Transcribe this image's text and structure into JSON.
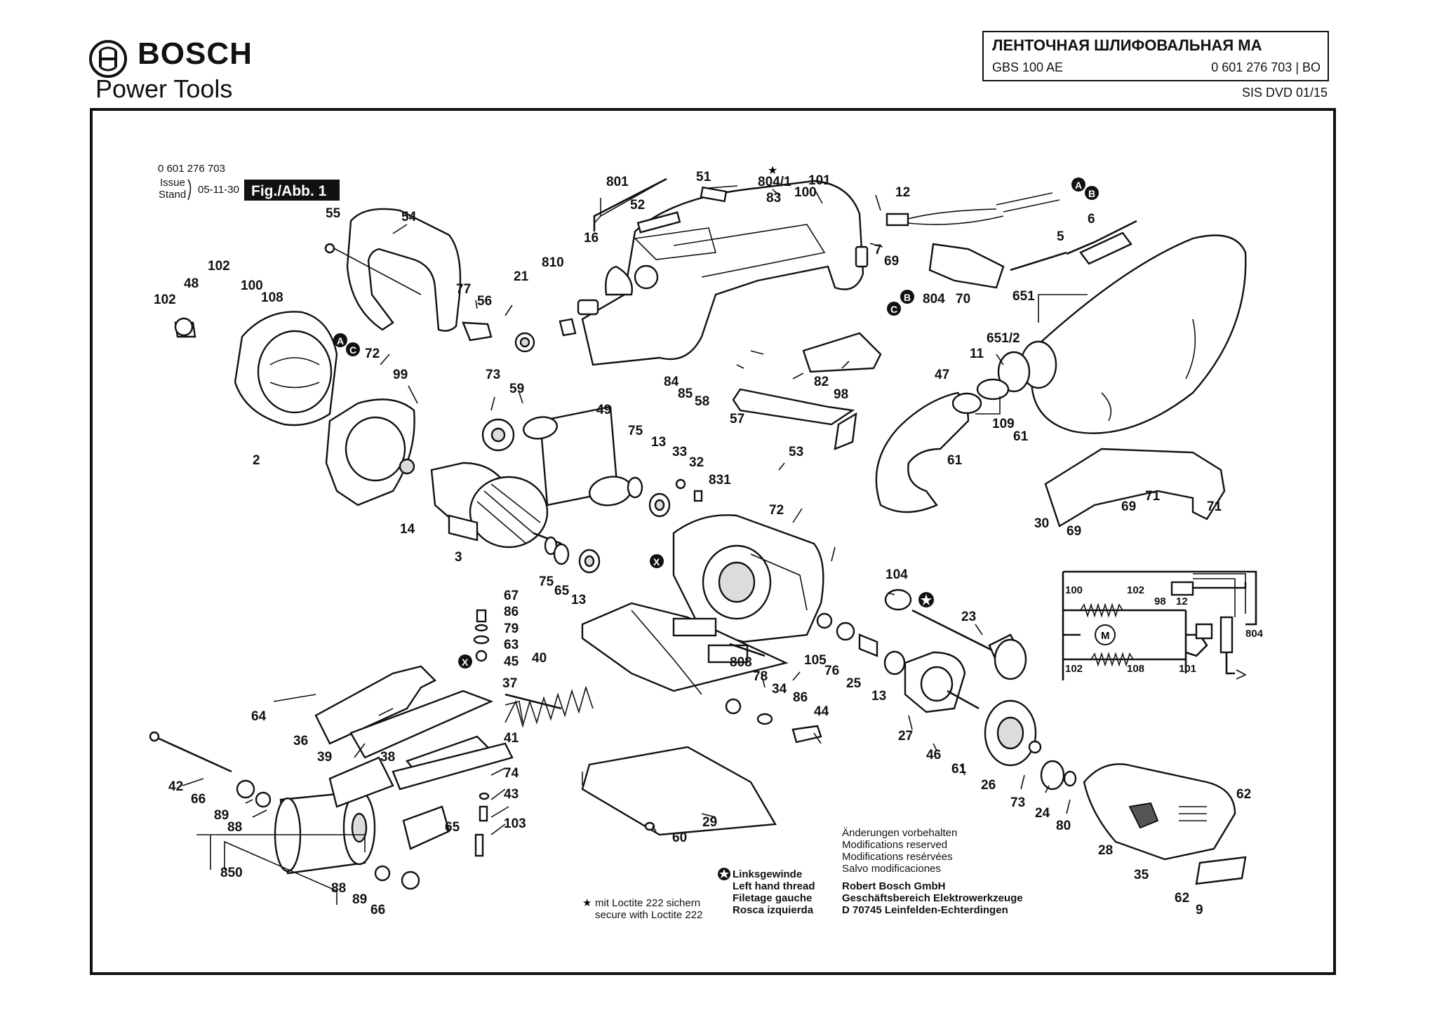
{
  "header": {
    "brand": "BOSCH",
    "subbrand": "Power Tools",
    "title": "ЛЕНТОЧНАЯ ШЛИФОВАЛЬНАЯ МА",
    "model": "GBS 100 AE",
    "part_number": "0 601 276 703 | BO",
    "sis": "SIS DVD 01/15"
  },
  "figure": {
    "number": "0 601 276 703",
    "issue_word": "Issue",
    "stand_word": "Stand",
    "issue_date": "05-11-30",
    "fig_label": "Fig./Abb. 1"
  },
  "notes": {
    "left_hand_1": "Linksgewinde",
    "left_hand_2": "Left hand thread",
    "left_hand_3": "Filetage gauche",
    "left_hand_4": "Rosca izquierda",
    "loctite_1": "mit Loctite 222 sichern",
    "loctite_2": "secure with Loctite 222",
    "mod_1": "Änderungen vorbehalten",
    "mod_2": "Modifications reserved",
    "mod_3": "Modifications resérvées",
    "mod_4": "Salvo modificaciones",
    "company_1": "Robert Bosch GmbH",
    "company_2": "Geschäftsbereich Elektrowerkzeuge",
    "company_3": "D 70745 Leinfelden-Echterdingen"
  },
  "markers": {
    "a": "A",
    "b": "B",
    "c": "C",
    "x": "X",
    "motor": "M",
    "star": "★"
  },
  "part_labels": {
    "p801": "801",
    "p51": "51",
    "p52": "52",
    "p16": "16",
    "p810": "810",
    "p21": "21",
    "p8041": "804/1",
    "p83": "83",
    "p101a": "101",
    "p100a": "100",
    "p12a": "12",
    "p6": "6",
    "p5": "5",
    "p7": "7",
    "p69a": "69",
    "p804a": "804",
    "p70": "70",
    "p55": "55",
    "p54": "54",
    "p77": "77",
    "p56": "56",
    "p102a": "102",
    "p48": "48",
    "p100b": "100",
    "p108a": "108",
    "p102b": "102",
    "p72a": "72",
    "p2": "2",
    "p99": "99",
    "p73a": "73",
    "p59": "59",
    "p49": "49",
    "p75a": "75",
    "p13a": "13",
    "p33": "33",
    "p32": "32",
    "p14": "14",
    "p3": "3",
    "p84": "84",
    "p85": "85",
    "p58": "58",
    "p82": "82",
    "p98a": "98",
    "p57": "57",
    "p53": "53",
    "p651": "651",
    "p6512": "651/2",
    "p11": "11",
    "p47": "47",
    "p109": "109",
    "p61a": "61",
    "p61b": "61",
    "p831": "831",
    "p72b": "72",
    "p75b": "75",
    "p65a": "65",
    "p13b": "13",
    "p30": "30",
    "p69b": "69",
    "p69c": "69",
    "p71a": "71",
    "p71b": "71",
    "p104": "104",
    "p23": "23",
    "p808": "808",
    "p78": "78",
    "p34": "34",
    "p86a": "86",
    "p44": "44",
    "p105": "105",
    "p76": "76",
    "p25": "25",
    "p13c": "13",
    "p27": "27",
    "p46": "46",
    "p61c": "61",
    "p26": "26",
    "p73b": "73",
    "p24": "24",
    "p80": "80",
    "p28": "28",
    "p35": "35",
    "p62a": "62",
    "p62b": "62",
    "p9": "9",
    "p67": "67",
    "p86b": "86",
    "p79": "79",
    "p63": "63",
    "p45": "45",
    "p40": "40",
    "p37": "37",
    "p41": "41",
    "p64": "64",
    "p36": "36",
    "p39": "39",
    "p38": "38",
    "p74": "74",
    "p43": "43",
    "p103": "103",
    "p42": "42",
    "p66a": "66",
    "p89a": "89",
    "p88a": "88",
    "p65b": "65",
    "p850": "850",
    "p88b": "88",
    "p89b": "89",
    "p66b": "66",
    "p29": "29",
    "p60": "60"
  },
  "wiring": {
    "w100": "100",
    "w102a": "102",
    "w98": "98",
    "w12": "12",
    "w804": "804",
    "w102b": "102",
    "w108": "108",
    "w101": "101"
  }
}
